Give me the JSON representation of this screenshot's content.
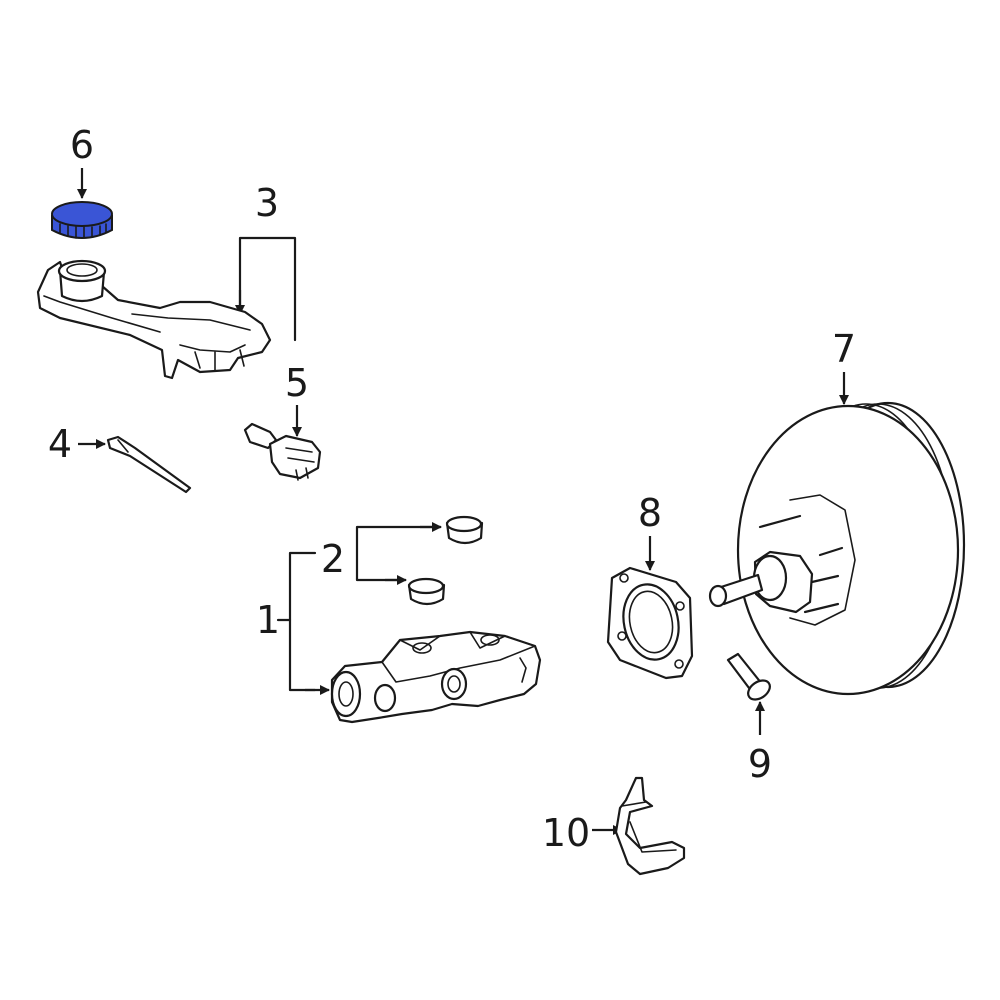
{
  "diagram": {
    "highlight_color": "#3a55d6",
    "callouts": [
      {
        "id": "1",
        "label": "1"
      },
      {
        "id": "2",
        "label": "2"
      },
      {
        "id": "3",
        "label": "3"
      },
      {
        "id": "4",
        "label": "4"
      },
      {
        "id": "5",
        "label": "5"
      },
      {
        "id": "6",
        "label": "6"
      },
      {
        "id": "7",
        "label": "7"
      },
      {
        "id": "8",
        "label": "8"
      },
      {
        "id": "9",
        "label": "9"
      },
      {
        "id": "10",
        "label": "10"
      }
    ]
  }
}
